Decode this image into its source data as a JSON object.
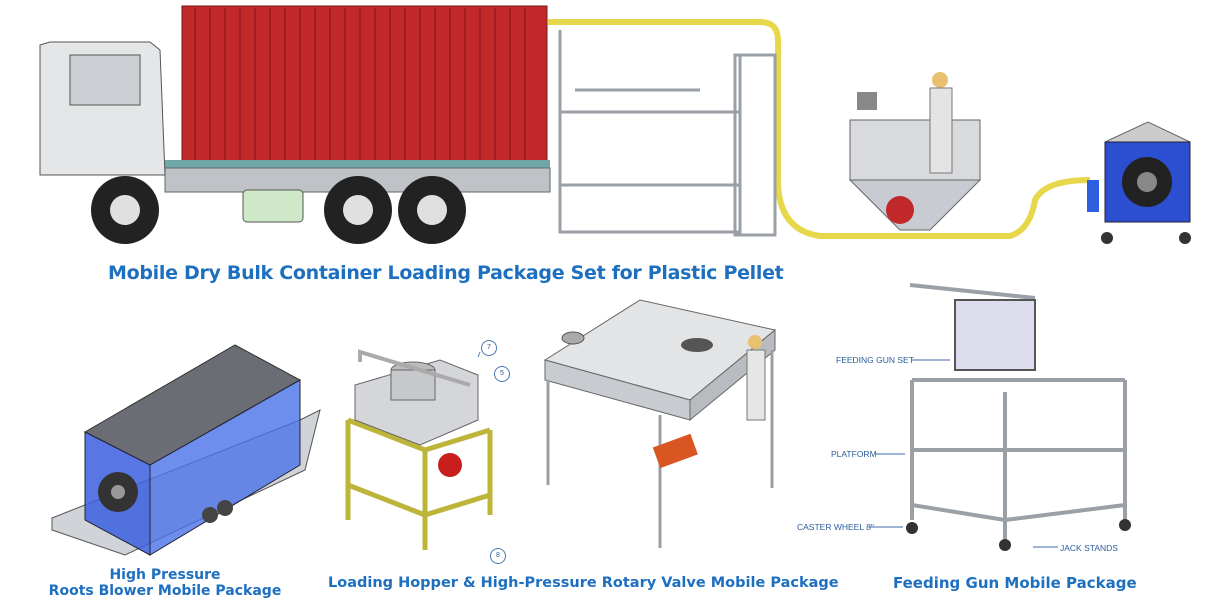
{
  "title": "Mobile Dry Bulk Container Loading Package Set for Plastic Pellet",
  "captions": {
    "blower_line1": "High Pressure",
    "blower_line2": "Roots Blower Mobile Package",
    "hopper": "Loading Hopper  & High-Pressure Rotary  Valve Mobile Package",
    "feeding_gun": "Feeding Gun Mobile Package"
  },
  "callouts": {
    "feeding_gun_set": "FEEDING GUN SET",
    "platform": "PLATFORM",
    "caster_wheel": "CASTER WHEEL 8\"",
    "jack_stands": "JACK STANDS",
    "hopper_numbers": [
      "7",
      "5",
      "8"
    ]
  },
  "colors": {
    "caption": "#1d6fc0",
    "container": "#c0282a",
    "hose": "#e6d84a",
    "frame_yellow": "#e0d640",
    "blower_blue": "#2b4fd0",
    "steel": "#c8ccd2"
  }
}
